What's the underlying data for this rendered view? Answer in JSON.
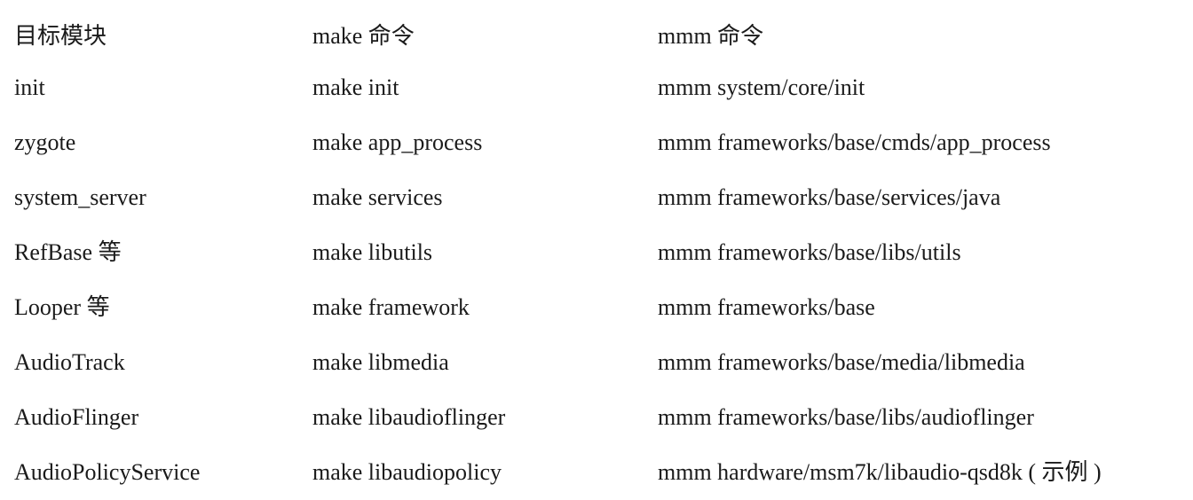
{
  "table": {
    "headers": [
      "目标模块",
      "make 命令",
      "mmm 命令"
    ],
    "rows": [
      [
        "init",
        "make init",
        "mmm system/core/init"
      ],
      [
        "zygote",
        "make app_process",
        "mmm frameworks/base/cmds/app_process"
      ],
      [
        "system_server",
        "make services",
        "mmm frameworks/base/services/java"
      ],
      [
        "RefBase 等",
        "make libutils",
        "mmm frameworks/base/libs/utils"
      ],
      [
        "Looper 等",
        "make framework",
        "mmm frameworks/base"
      ],
      [
        "AudioTrack",
        "make libmedia",
        "mmm frameworks/base/media/libmedia"
      ],
      [
        "AudioFlinger",
        "make libaudioflinger",
        "mmm frameworks/base/libs/audioflinger"
      ],
      [
        "AudioPolicyService",
        "make libaudiopolicy",
        "mmm hardware/msm7k/libaudio-qsd8k ( 示例 )"
      ]
    ]
  }
}
